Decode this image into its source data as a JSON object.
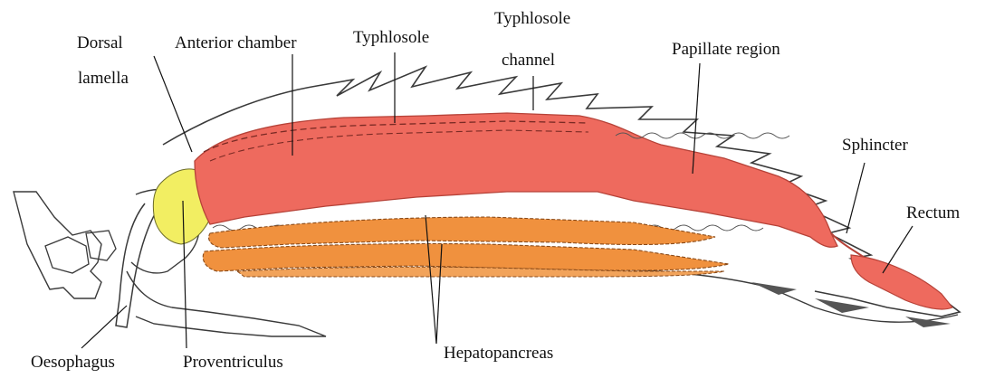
{
  "labels": {
    "dorsal_lamella_line1": "Dorsal",
    "dorsal_lamella_line2": "lamella",
    "anterior_chamber": "Anterior chamber",
    "typhlosole": "Typhlosole",
    "typhlosole_channel_line1": "Typhlosole",
    "typhlosole_channel_line2": "channel",
    "papillate_region": "Papillate region",
    "sphincter": "Sphincter",
    "rectum": "Rectum",
    "oesophagus": "Oesophagus",
    "proventriculus": "Proventriculus",
    "hepatopancreas": "Hepatopancreas"
  },
  "colors": {
    "gut_red": "#ee6a5e",
    "gut_red_dark": "#c9463c",
    "hepatopancreas_orange": "#f0913e",
    "proventriculus_yellow": "#f2ee62",
    "outline": "#2b2b2b",
    "leader_line": "#111111"
  }
}
